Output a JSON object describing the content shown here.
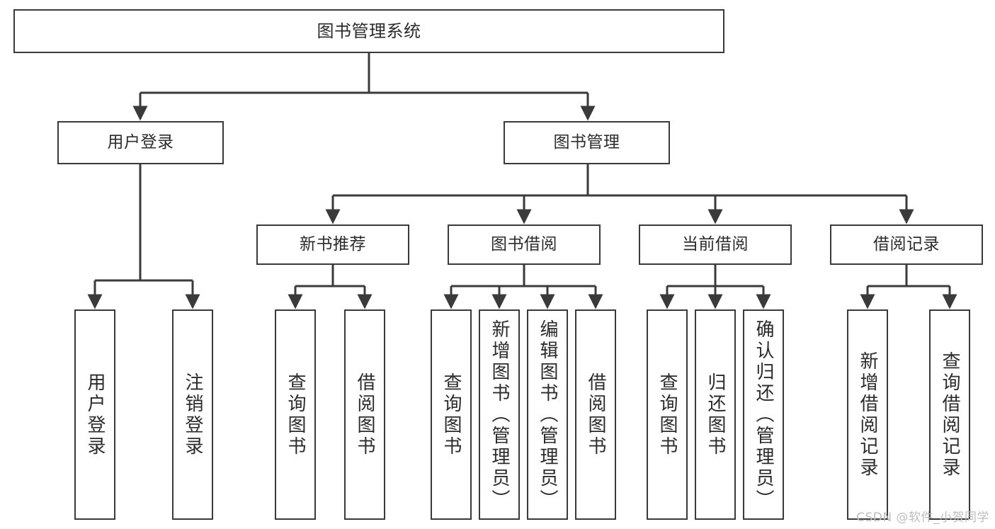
{
  "diagram": {
    "title": "图书管理系统",
    "type": "tree-hierarchy-diagram",
    "colors": {
      "box_border": "#3a3a3a",
      "box_fill": "#ffffff",
      "connector": "#3a3a3a",
      "text": "#2b2b2b",
      "watermark": "#bdbdbd",
      "background": "#ffffff"
    }
  },
  "root": {
    "label": "图书管理系统"
  },
  "level2": [
    {
      "label": "用户登录"
    },
    {
      "label": "图书管理"
    }
  ],
  "level3": [
    {
      "label": "新书推荐"
    },
    {
      "label": "图书借阅"
    },
    {
      "label": "当前借阅"
    },
    {
      "label": "借阅记录"
    }
  ],
  "leaves": {
    "user_login": [
      {
        "label": "用户登录"
      },
      {
        "label": "注销登录"
      }
    ],
    "new_book": [
      {
        "label": "查询图书"
      },
      {
        "label": "借阅图书"
      }
    ],
    "book_borrow": [
      {
        "label": "查询图书"
      },
      {
        "label": "新增图书（管理员）"
      },
      {
        "label": "编辑图书（管理员）"
      },
      {
        "label": "借阅图书"
      }
    ],
    "current_borrow": [
      {
        "label": "查询图书"
      },
      {
        "label": "归还图书"
      },
      {
        "label": "确认归还（管理员）"
      }
    ],
    "borrow_record": [
      {
        "label": "新增借阅记录"
      },
      {
        "label": "查询借阅记录"
      }
    ]
  },
  "watermark": {
    "text": "CSDN @软件_小贺同学"
  }
}
